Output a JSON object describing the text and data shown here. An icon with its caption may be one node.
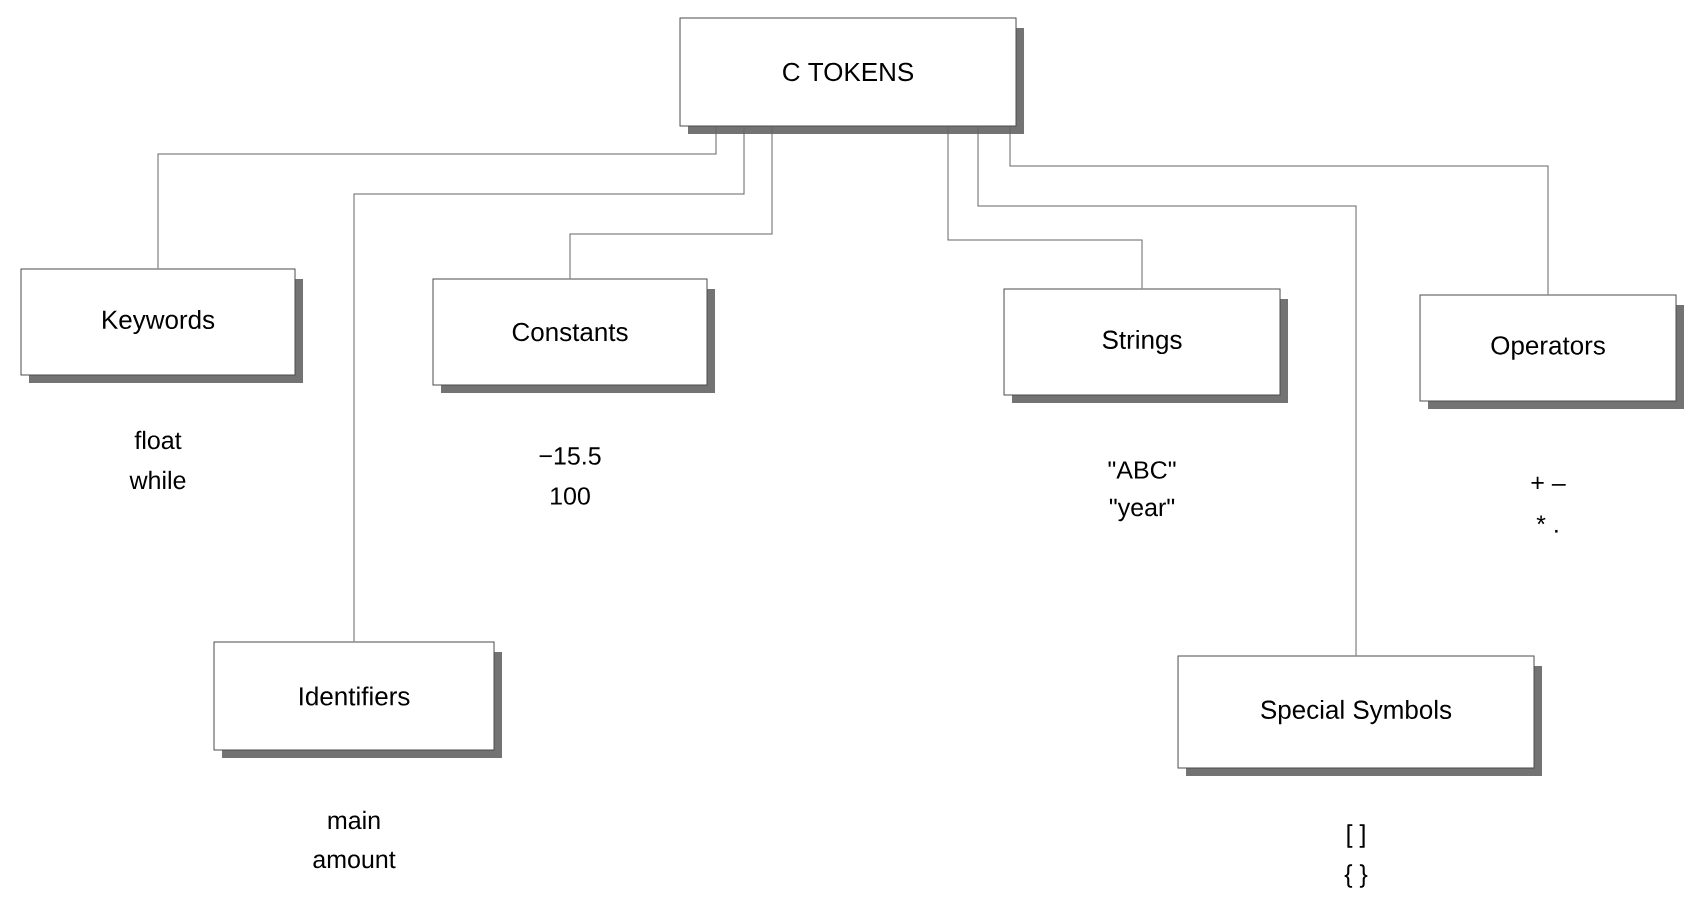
{
  "diagram": {
    "nodes": [
      {
        "text": [
          "C TOKENS"
        ]
      },
      {
        "text": [
          "Keywords"
        ],
        "beside": [
          "float",
          "while"
        ]
      },
      {
        "text": [
          "Constants"
        ],
        "beside": [
          "−15.5",
          "100"
        ]
      },
      {
        "text": [
          "Strings"
        ],
        "beside": [
          "\"ABC\"",
          "\"year\""
        ]
      },
      {
        "text": [
          "Operators"
        ],
        "beside": [
          "+ –",
          "* ."
        ]
      },
      {
        "text": [
          "Identifiers"
        ],
        "beside": [
          "main",
          "amount"
        ]
      },
      {
        "text": [
          "Special Symbols"
        ],
        "beside": [
          "[ ]",
          "{ }"
        ]
      }
    ],
    "edges": [
      {
        "from": 0,
        "to": 1,
        "arrow": "none"
      },
      {
        "from": 0,
        "to": 5,
        "arrow": "none"
      },
      {
        "from": 0,
        "to": 2,
        "arrow": "none"
      },
      {
        "from": 0,
        "to": 3,
        "arrow": "none"
      },
      {
        "from": 0,
        "to": 6,
        "arrow": "none"
      },
      {
        "from": 0,
        "to": 4,
        "arrow": "none"
      }
    ]
  }
}
